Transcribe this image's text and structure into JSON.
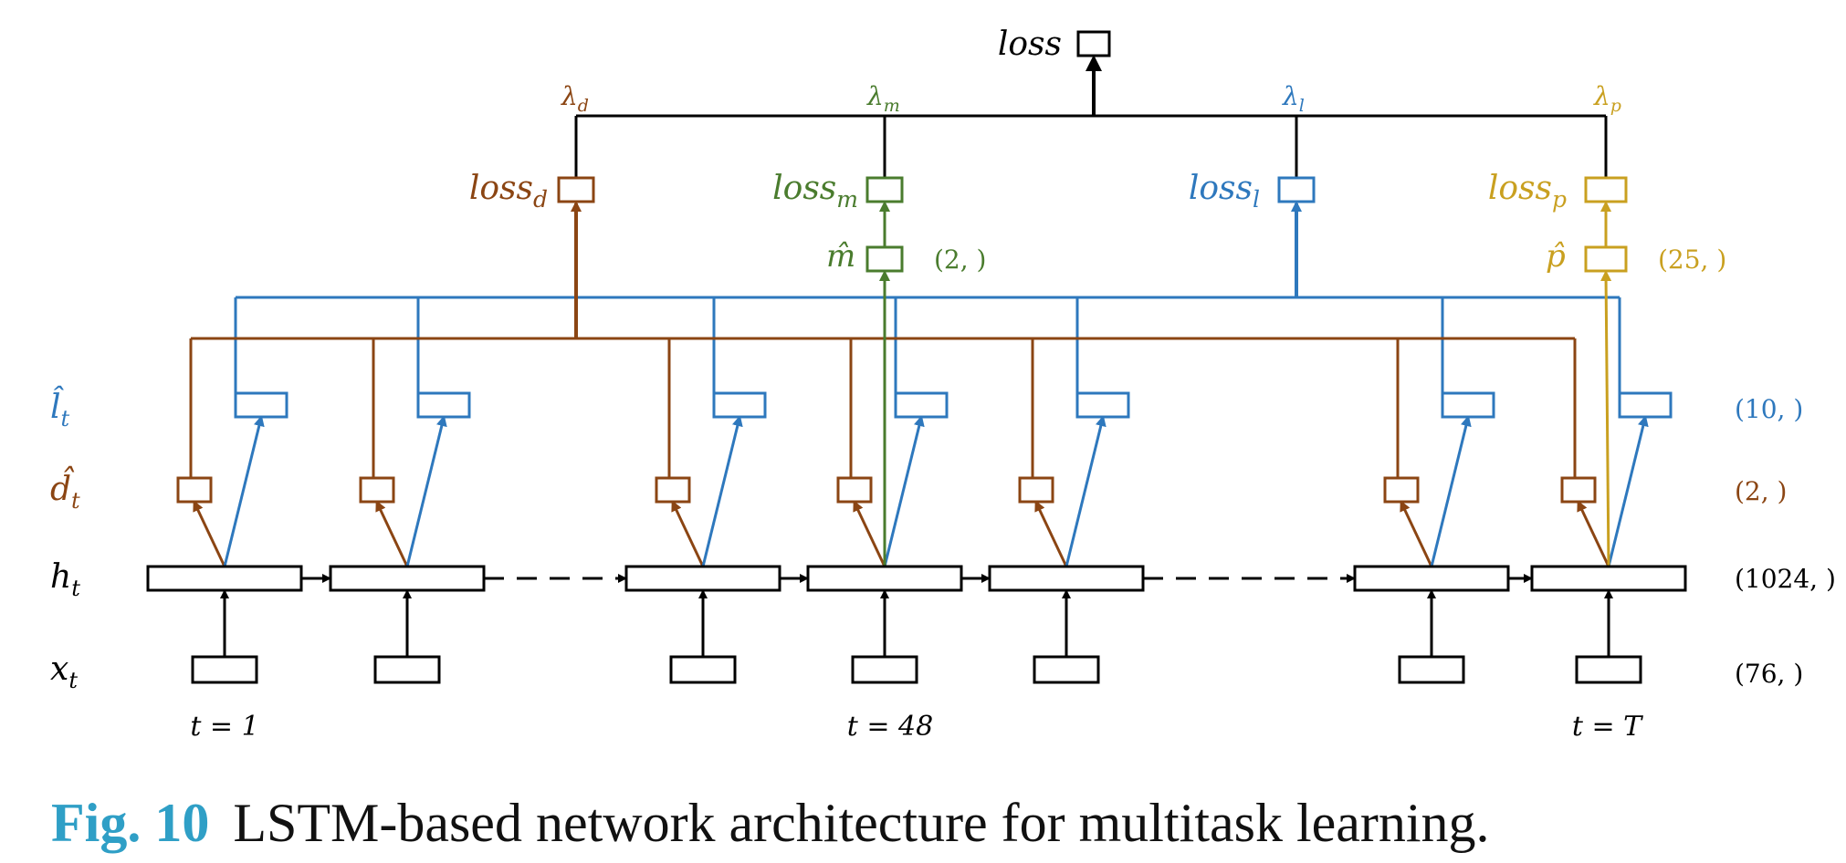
{
  "colors": {
    "black": "#000000",
    "d": "#8b4513",
    "m": "#4a7c2e",
    "l": "#2e78bd",
    "p": "#c9a020",
    "caption_fig": "#2f9fc6"
  },
  "top": {
    "loss": "loss"
  },
  "weights": {
    "base": "λ",
    "d": "d",
    "m": "m",
    "l": "l",
    "p": "p"
  },
  "task_losses": {
    "base": "loss",
    "d": "d",
    "m": "m",
    "l": "l",
    "p": "p"
  },
  "sequence_heads": {
    "m_hat": "m̂",
    "p_hat": "p̂",
    "m_dim": "(2, )",
    "p_dim": "(25, )"
  },
  "rows": {
    "l": {
      "base": "l̂",
      "sub": "t",
      "dim": "(10, )"
    },
    "d": {
      "base": "d̂",
      "sub": "t",
      "dim": "(2, )"
    },
    "h": {
      "base": "h",
      "sub": "t",
      "dim": "(1024, )"
    },
    "x": {
      "base": "x",
      "sub": "t",
      "dim": "(76, )"
    }
  },
  "timesteps": {
    "first": "t = 1",
    "mid": "t = 48",
    "last": "t = T"
  },
  "caption": {
    "fig": "Fig. 10",
    "text": "LSTM-based network architecture for multitask learning."
  }
}
